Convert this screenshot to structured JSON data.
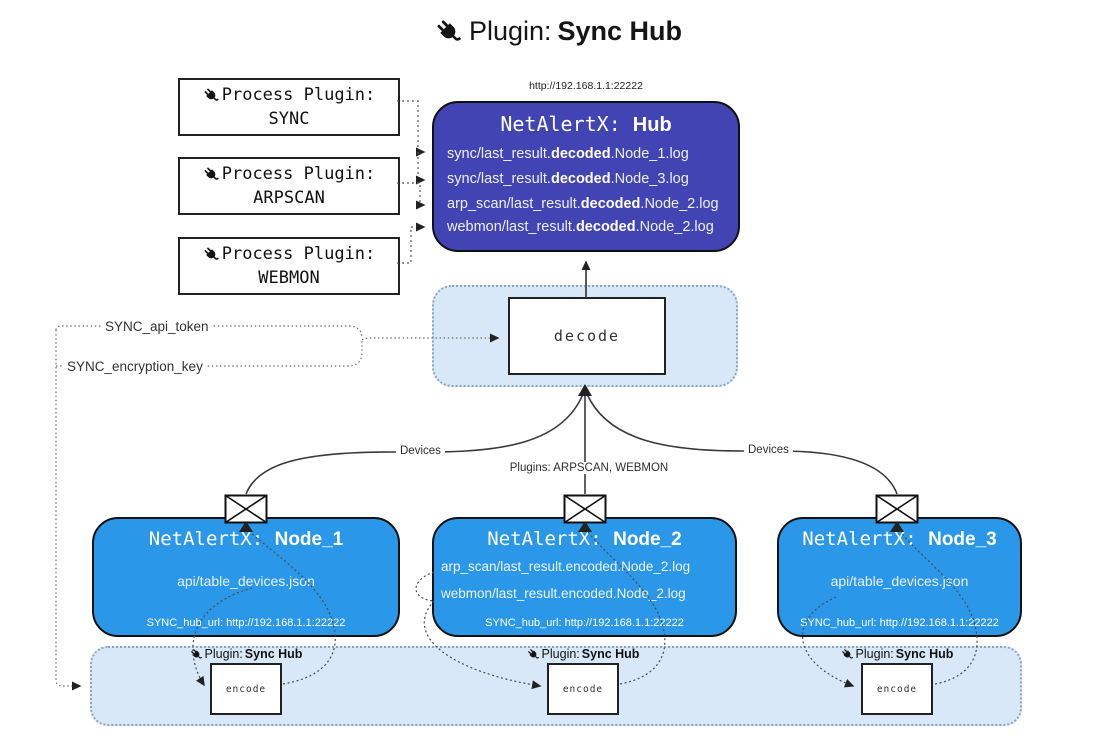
{
  "title": {
    "prefix": "Plugin: ",
    "bold": "Sync Hub"
  },
  "icons": {
    "title_icon": "plug-icon",
    "message_icon": "envelope-icon"
  },
  "process_plugins": [
    {
      "label": "Process Plugin:",
      "name": "SYNC"
    },
    {
      "label": "Process Plugin:",
      "name": "ARPSCAN"
    },
    {
      "label": "Process Plugin:",
      "name": "WEBMON"
    }
  ],
  "hub": {
    "url": "http://192.168.1.1:22222",
    "title_prefix": "NetAlertX: ",
    "title_name": "Hub",
    "lines": [
      {
        "pre": "sync/last_result.",
        "bold": "decoded",
        "post": ".Node_1.log"
      },
      {
        "pre": "sync/last_result.",
        "bold": "decoded",
        "post": ".Node_3.log"
      },
      {
        "pre": "arp_scan/last_result.",
        "bold": "decoded",
        "post": ".Node_2.log"
      },
      {
        "pre": "webmon/last_result.",
        "bold": "decoded",
        "post": ".Node_2.log"
      }
    ]
  },
  "decode": {
    "label": "decode"
  },
  "settings": {
    "api_token_label": "SYNC_api_token",
    "encryption_key_label": "SYNC_encryption_key"
  },
  "edges": {
    "devices_left": "Devices",
    "plugins_mid": "Plugins: ARPSCAN, WEBMON",
    "devices_right": "Devices"
  },
  "nodes": [
    {
      "title_prefix": "NetAlertX: ",
      "title_name": "Node_1",
      "lines": [
        "api/table_devices.json"
      ],
      "hub_url": "SYNC_hub_url: http://192.168.1.1:22222"
    },
    {
      "title_prefix": "NetAlertX: ",
      "title_name": "Node_2",
      "lines": [
        "arp_scan/last_result.encoded.Node_2.log",
        "webmon/last_result.encoded.Node_2.log"
      ],
      "hub_url": "SYNC_hub_url: http://192.168.1.1:22222"
    },
    {
      "title_prefix": "NetAlertX: ",
      "title_name": "Node_3",
      "lines": [
        "api/table_devices.json"
      ],
      "hub_url": "SYNC_hub_url: http://192.168.1.1:22222"
    }
  ],
  "band": {
    "label_prefix": "Plugin: ",
    "label_bold": "Sync Hub",
    "encode_label": "encode"
  },
  "colors": {
    "hub_fill": "#4144b2",
    "node_fill": "#2b97e8",
    "panel_fill": "#d9e8f8",
    "panel_border": "#8ba4bd",
    "line": "#3a3a3a"
  }
}
